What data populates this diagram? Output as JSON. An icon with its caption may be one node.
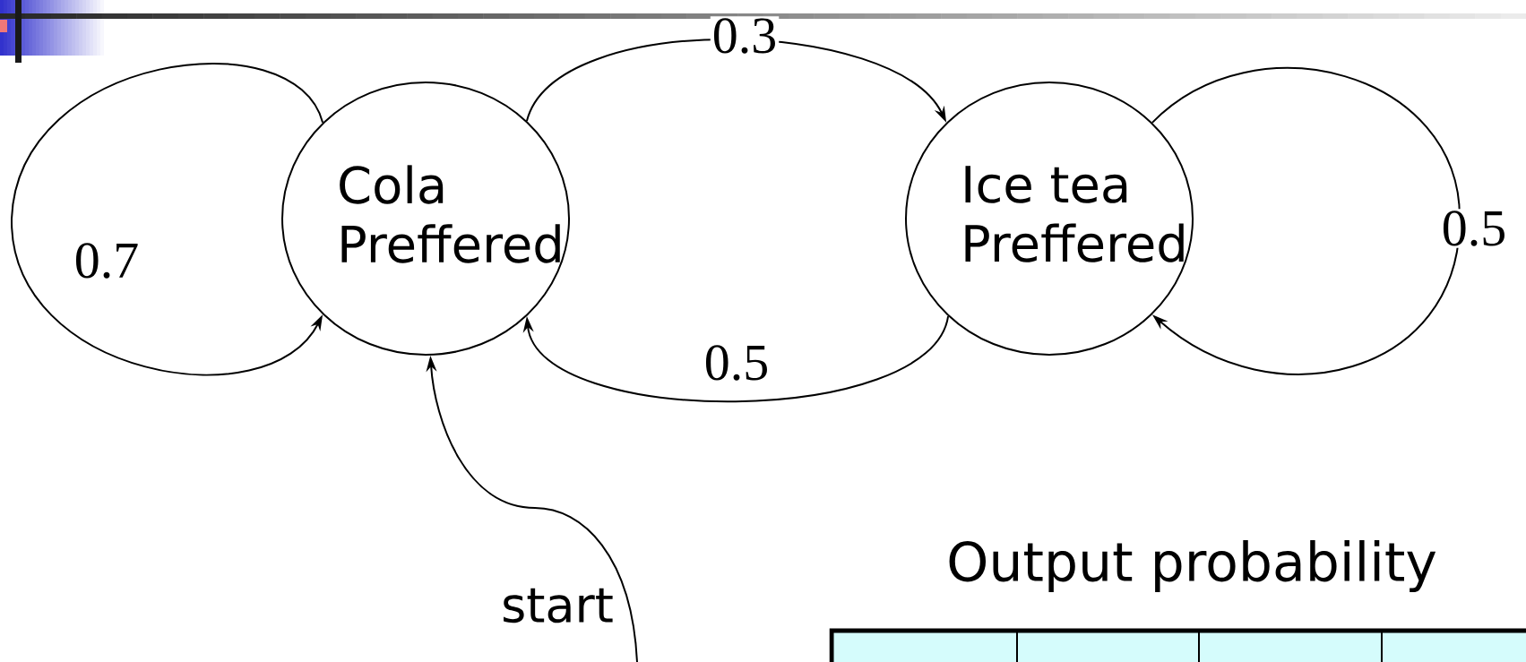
{
  "diagram": {
    "nodes": [
      {
        "text": [
          "Cola Preffered"
        ]
      },
      {
        "text": [
          "Ice tea Preffered"
        ]
      }
    ],
    "edges": [
      {
        "from": 0,
        "to": 0,
        "arrow": "to",
        "label": "0.7"
      },
      {
        "from": 0,
        "to": 1,
        "arrow": "to",
        "label": "0.3"
      },
      {
        "from": 1,
        "to": 0,
        "arrow": "to",
        "label": "0.5"
      },
      {
        "from": 1,
        "to": 1,
        "arrow": "to",
        "label": "0.5"
      },
      {
        "from": null,
        "to": 0,
        "arrow": "to",
        "label": "start"
      }
    ],
    "labels": [
      "Output probability"
    ]
  }
}
